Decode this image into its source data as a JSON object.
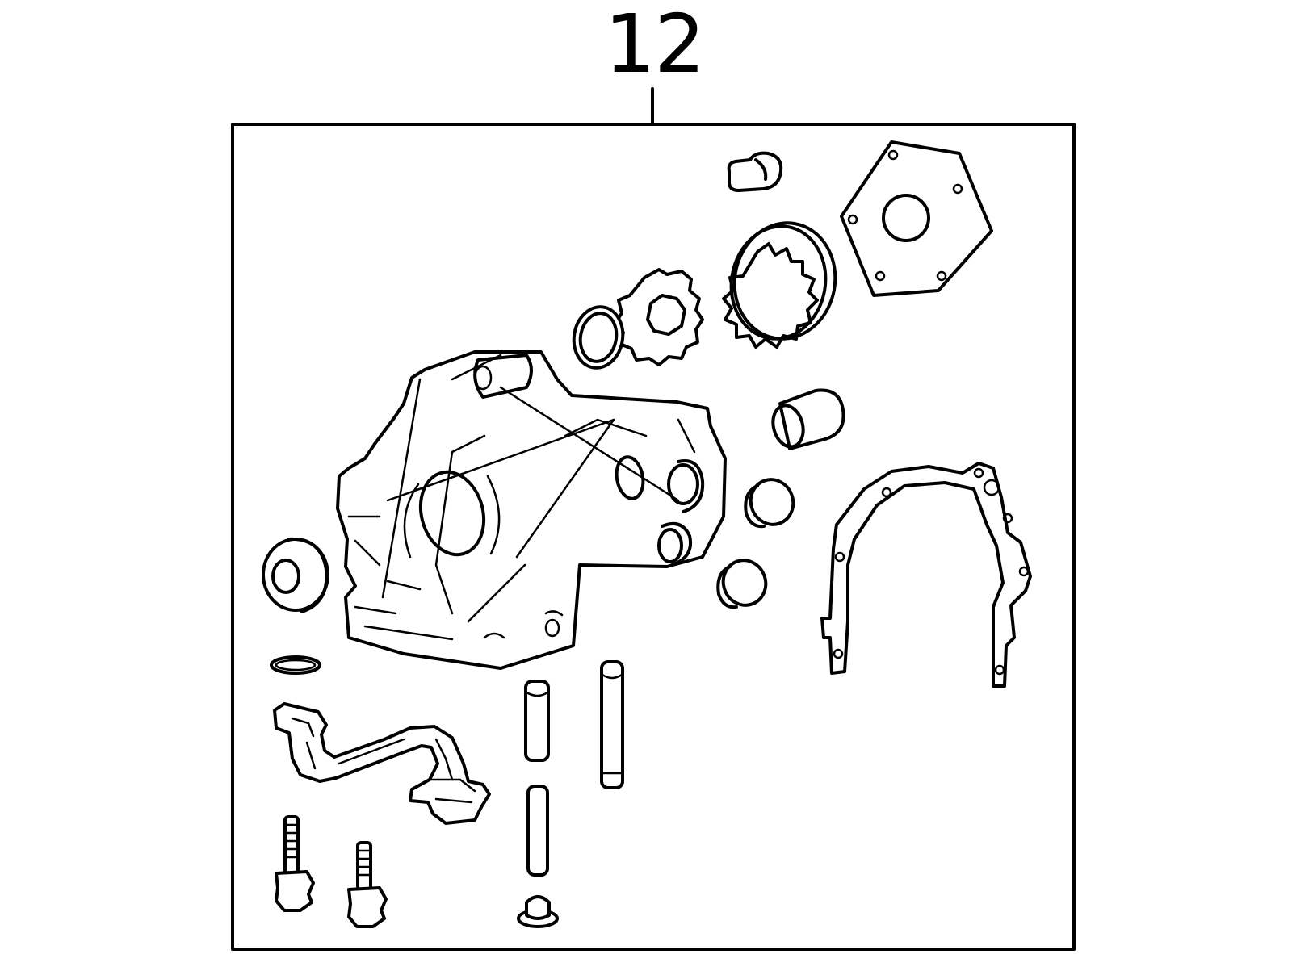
{
  "callout": {
    "label": "12"
  },
  "colors": {
    "ink": "#000000",
    "paper": "#ffffff"
  },
  "parts": [
    "oil-pump-housing",
    "pump-cover-plate",
    "outer-rotor",
    "inner-rotor",
    "shaft-seal-ring",
    "plug-bolt",
    "relief-valve-sleeve",
    "plug-cap-upper",
    "plug-cap-lower",
    "front-seal",
    "pickup-o-ring",
    "oil-pickup-tube",
    "pump-gasket",
    "flange-bolt-left",
    "flange-bolt-right",
    "dowel-sleeve",
    "stud-pin",
    "guide-pin",
    "pin-cap"
  ]
}
